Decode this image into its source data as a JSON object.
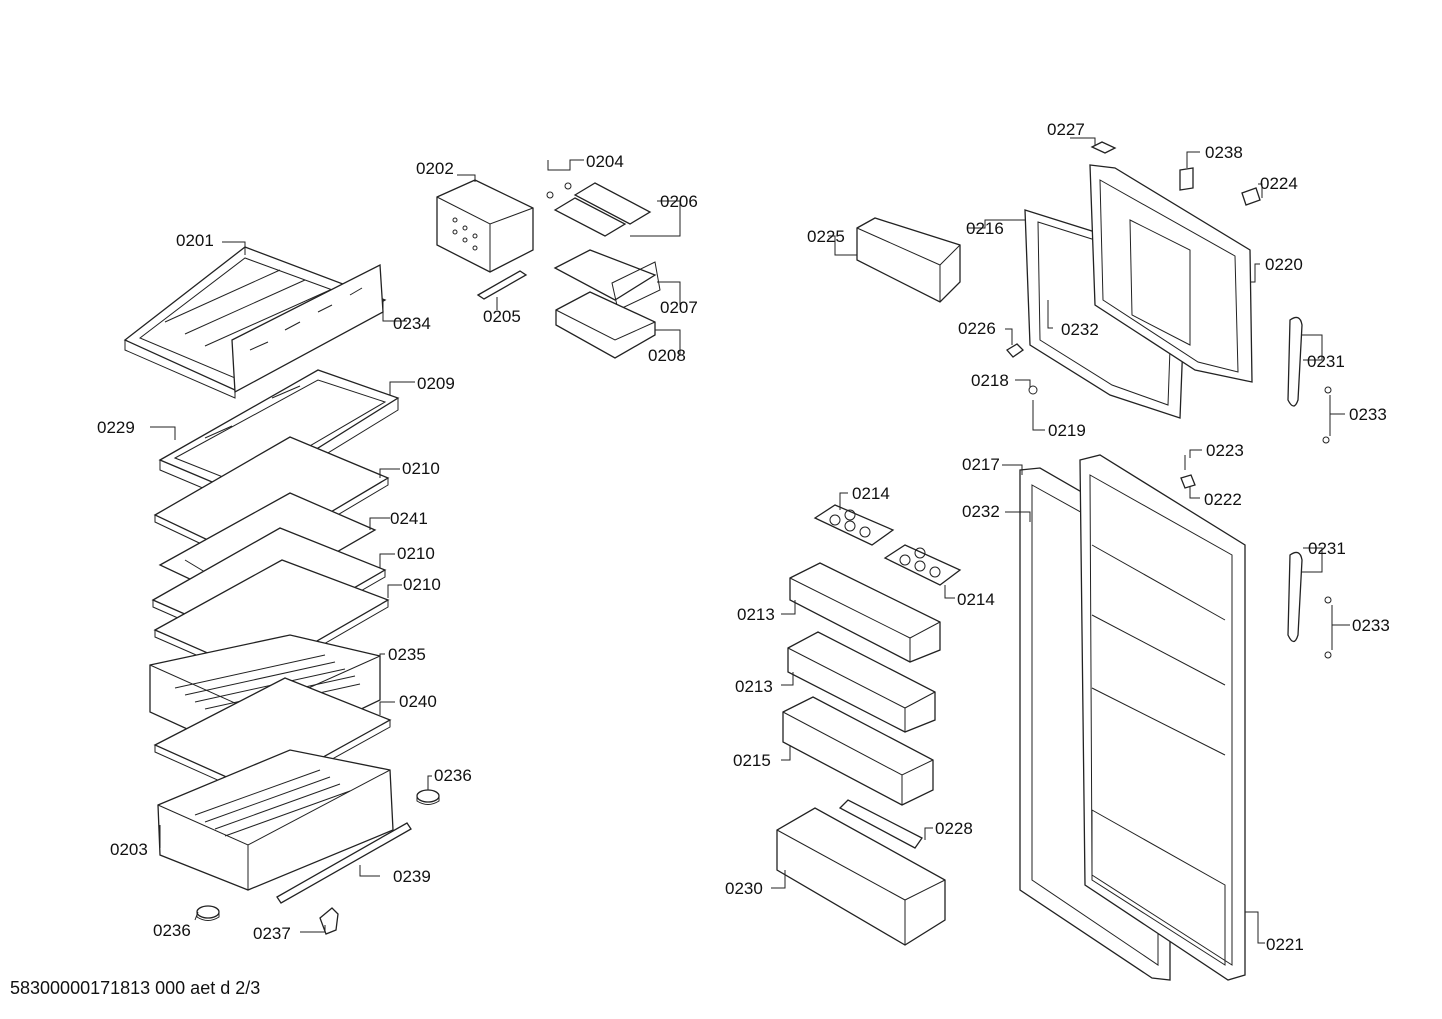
{
  "footer_code": "58300000171813 000 aet d 2/3",
  "labels": {
    "l0201": "0201",
    "l0202": "0202",
    "l0203": "0203",
    "l0204": "0204",
    "l0205": "0205",
    "l0206": "0206",
    "l0207": "0207",
    "l0208": "0208",
    "l0209": "0209",
    "l0210a": "0210",
    "l0210b": "0210",
    "l0210c": "0210",
    "l0213a": "0213",
    "l0213b": "0213",
    "l0214a": "0214",
    "l0214b": "0214",
    "l0215": "0215",
    "l0216": "0216",
    "l0217": "0217",
    "l0218": "0218",
    "l0219": "0219",
    "l0220": "0220",
    "l0221": "0221",
    "l0222": "0222",
    "l0223": "0223",
    "l0224": "0224",
    "l0225": "0225",
    "l0226": "0226",
    "l0227": "0227",
    "l0228": "0228",
    "l0229": "0229",
    "l0230": "0230",
    "l0231a": "0231",
    "l0231b": "0231",
    "l0232a": "0232",
    "l0232b": "0232",
    "l0233a": "0233",
    "l0233b": "0233",
    "l0234": "0234",
    "l0235": "0235",
    "l0236a": "0236",
    "l0236b": "0236",
    "l0237": "0237",
    "l0238": "0238",
    "l0239": "0239",
    "l0240": "0240",
    "l0241": "0241"
  }
}
